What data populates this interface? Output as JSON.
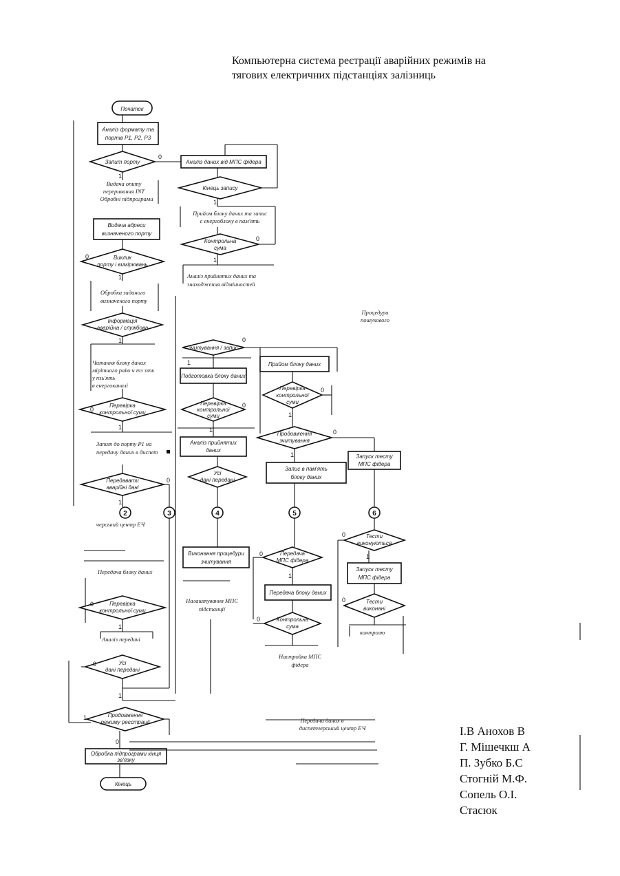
{
  "header": {
    "title_line1": "Компьютерна система реєтрації аварійних режимів на",
    "title_line2": "тягових електричних підстанціях залізниць"
  },
  "authors": [
    "І.В Анохов В",
    "Г. Мішечкш А",
    "П. Зубко Б.С",
    "Стогній М.Ф.",
    "Сопель О.І.",
    "Стасюк"
  ],
  "flowchart": {
    "boxes": {
      "start": "Початок",
      "a1": [
        "Аналіз формату та",
        "портів Р1, Р2, Р3"
      ],
      "b1": "Аналіз даних від МПС фідера",
      "a3": [
        "Видача адреси",
        "визначеного порту"
      ],
      "b4": "Подготовка блоку даних",
      "c1": "Прийом блоку даних",
      "a_proc": [
        "Аналіз прийнятих",
        "даних"
      ],
      "c5": [
        "Запис в пам'ять",
        "блоку даних"
      ],
      "d1": [
        "Запуск тесту",
        "МПС фідера"
      ],
      "b_exec": [
        "Виконання процедури",
        "зчитування"
      ],
      "c_send": "Передача блоку даних",
      "d_test2": [
        "Запуск тесту",
        "МПС фідера"
      ],
      "a_end_proc": [
        "Обробка підпрограми кінця",
        "зв'язку"
      ],
      "end": "Кінець"
    },
    "decisions": {
      "a_d1": "Запит порту",
      "b_d1": "Кінець запису",
      "b_d2": [
        "Контрольна",
        "сума"
      ],
      "a_d2": [
        "Виклик",
        "порту і вимірювань"
      ],
      "a_d3": [
        "Інформація",
        "аварійна / службова"
      ],
      "b_d3": "зчитування / запис",
      "c_d1": [
        "Перевірка",
        "контрольної",
        "суми"
      ],
      "b_d4": [
        "Перевірка",
        "контрольної",
        "суми"
      ],
      "a_d4": [
        "Перевірка",
        "контрольної суми"
      ],
      "c_d2": [
        "Продовження",
        "зчитування"
      ],
      "b_d5": [
        "Усі",
        "дані передані"
      ],
      "a_d5": [
        "Передавати",
        "аварійні дані"
      ],
      "d_d1": [
        "Тести",
        "виконуються"
      ],
      "c_d3": [
        "Передача",
        "МПС фідера"
      ],
      "d_d2": [
        "Тести",
        "виконані"
      ],
      "c_d4": [
        "Контрольна",
        "сума"
      ],
      "a_d6": [
        "Перевірка",
        "контрольної суми"
      ],
      "a_d7": [
        "Усі",
        "дані передані"
      ],
      "a_d8": [
        "Продовження",
        "режиму реєстрації"
      ]
    },
    "labels": {
      "l1a": "Видача опиту",
      "l1b": "переривання INT",
      "l1c": "Обробні підпрограми",
      "l2a": "Прийом блоку даних та запис",
      "l2b": "с енергоблоку в пам'ять",
      "l3a": "Аналіз прийнятих даних та",
      "l3b": "знаходження відмінностей",
      "l4a": "Обробка заданого",
      "l4b": "визначеного порту",
      "l5a": "Процедура",
      "l5b": "пошукового",
      "l6a": "Читання блоку даних",
      "l6b": "мірітного раію ч тз ззпк",
      "l6c": "у пзь'ять",
      "l6d": "в енергоканалі",
      "l7a": "Запит до порту Р1 на",
      "l7b": "передачу даних в диспет",
      "l8": "черський центр ЕЧ",
      "l9": "Передача блоку даних",
      "l10": "Аналіз передачі",
      "l11a": "Налаштування МПС",
      "l11b": "підстанції",
      "l12a": "Настройка МПС",
      "l12b": "фідера",
      "l13": "контролю",
      "l14a": "Передача даних в",
      "l14b": "диспетчерський центр ЕЧ"
    },
    "connectors": [
      "2",
      "3",
      "4",
      "5",
      "6"
    ],
    "branch": {
      "yes": "1",
      "no": "0"
    }
  }
}
